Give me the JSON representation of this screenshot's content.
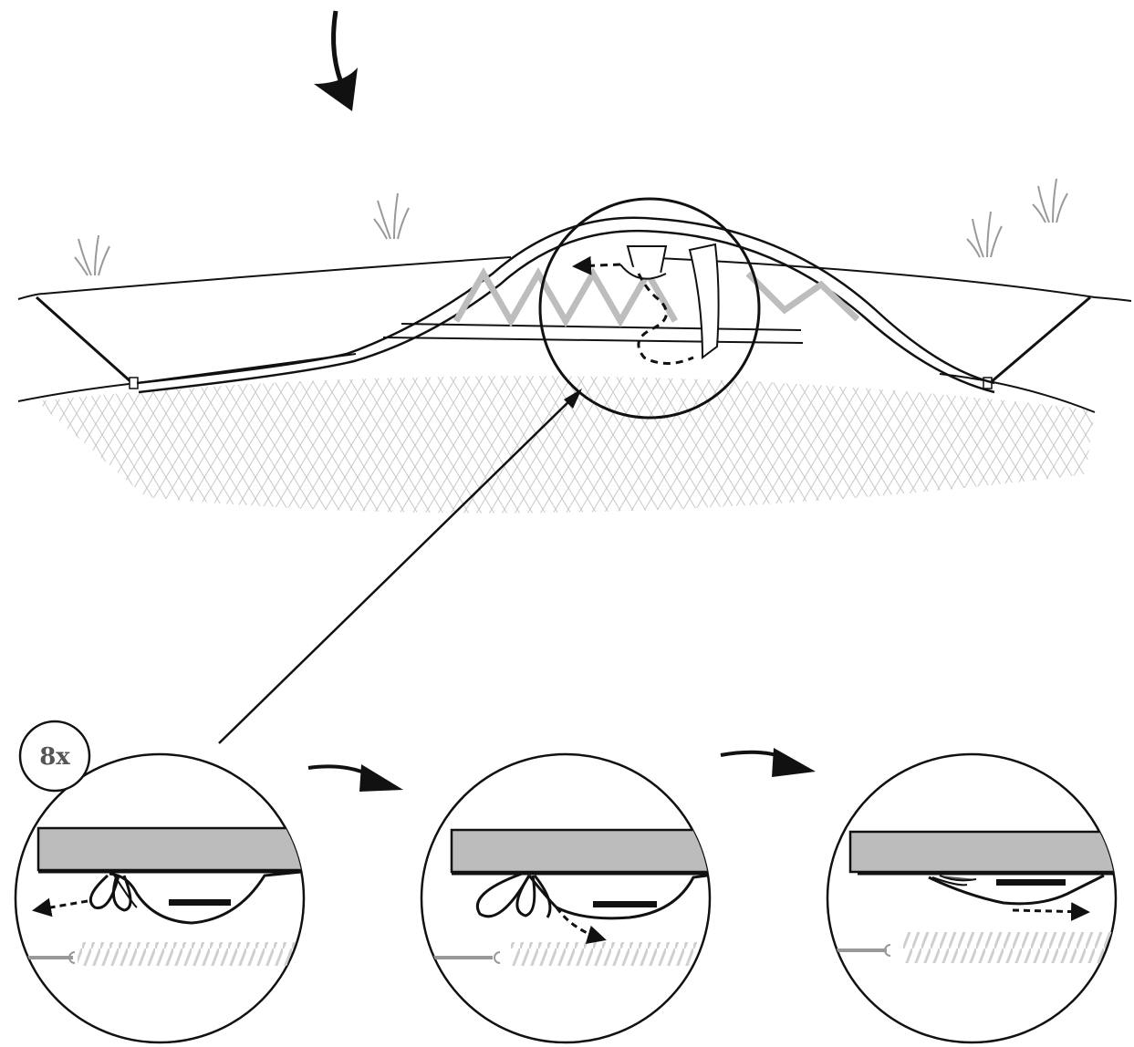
{
  "count_badge": {
    "label": "8x"
  },
  "colors": {
    "ink": "#111111",
    "mesh": "#c8c8c8",
    "spring": "#cfcfcf",
    "frame": "#bdbdbd",
    "rod_fill": "#bcbcbc",
    "background": "#ffffff"
  },
  "icons": {
    "start_arrow": "curved-arrow-down",
    "step_arrow": "curved-arrow-right",
    "detail_pointer": "straight-arrow-up-right",
    "thread_path": "dashed-arrow"
  },
  "steps": [
    {
      "id": 1,
      "action": "loop-pulled-left"
    },
    {
      "id": 2,
      "action": "loop-pulled-through-right"
    },
    {
      "id": 3,
      "action": "strap-fastened"
    }
  ]
}
